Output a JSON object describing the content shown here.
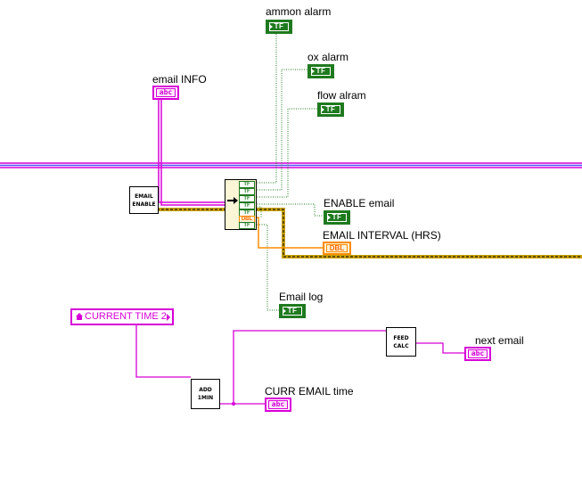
{
  "labels": {
    "ammon_alarm": "ammon alarm",
    "ox_alarm": "ox alarm",
    "flow_alram": "flow alram",
    "email_info": "email INFO",
    "enable_email": "ENABLE email",
    "email_interval": "EMAIL INTERVAL (HRS)",
    "email_log": "Email log",
    "current_time": "CURRENT TIME 2",
    "next_email": "next email",
    "curr_email_time": "CURR EMAIL time"
  },
  "terminals": {
    "bool_text": "TF",
    "string_text": "abc",
    "dbl_text": "DBL"
  },
  "subvis": {
    "email_enable_line1": "EMAIL",
    "email_enable_line2": "ENABLE",
    "add_line1": "ADD",
    "add_line2": "1MIN",
    "feed_line1": "FEED",
    "feed_line2": "CALC"
  },
  "unbundle_terms": [
    "TF",
    "TF",
    "TF",
    "TF",
    "TF",
    "DBL",
    "TF"
  ],
  "colors": {
    "bool": "#1f7a1f",
    "string": "#d800d8",
    "dbl": "#ff8c00",
    "cluster_wire": "#7a1b8c",
    "error_wire": "#c8a000"
  }
}
